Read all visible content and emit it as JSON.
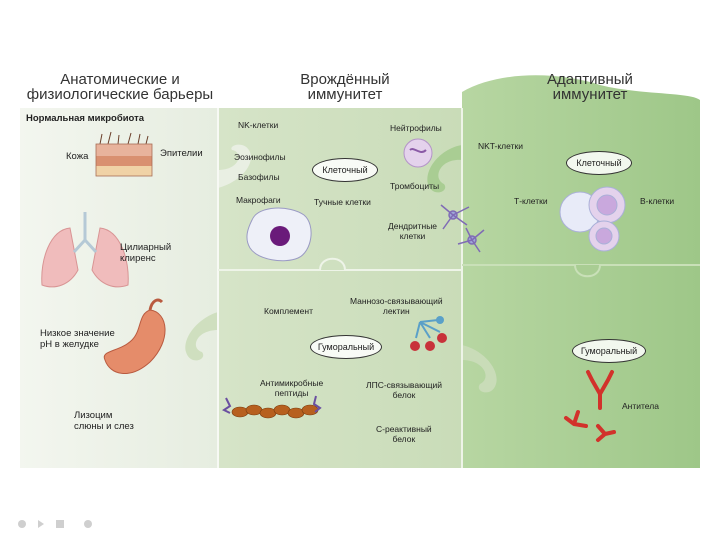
{
  "headers": {
    "barriers": [
      "Анатомические и",
      "физиологические барьеры"
    ],
    "innate": [
      "Врождённый",
      "иммунитет"
    ],
    "adaptive": [
      "Адаптивный",
      "иммунитет"
    ]
  },
  "barriers": {
    "microbiota": "Нормальная микробиота",
    "skin": "Кожа",
    "epithelium": "Эпителии",
    "ciliary": [
      "Цилиарный",
      "клиренс"
    ],
    "ph": [
      "Низкое значение",
      "pH в желудке"
    ],
    "lysozyme": [
      "Лизоцим",
      "слюны и слез"
    ]
  },
  "innate": {
    "nk": "NK-клетки",
    "neutrophils": "Нейтрофилы",
    "eosinophils": "Эозинофилы",
    "basophils": "Базофилы",
    "cellular": "Клеточный",
    "platelets": "Тромбоциты",
    "macrophages": "Макрофаги",
    "mast": "Тучные клетки",
    "dendritic": [
      "Дендритные",
      "клетки"
    ],
    "complement": "Комплемент",
    "mbl": [
      "Маннозо-связывающий",
      "лектин"
    ],
    "humoral": "Гуморальный",
    "amp": [
      "Антимикробные",
      "пептиды"
    ],
    "lps": [
      "ЛПС-связывающий",
      "белок"
    ],
    "crp": [
      "С-реактивный",
      "белок"
    ]
  },
  "adaptive": {
    "nkt": "NKT-клетки",
    "cellular": "Клеточный",
    "tcells": "Т-клетки",
    "bcells": "В-клетки",
    "humoral": "Гуморальный",
    "antibodies": "Антитела"
  },
  "colors": {
    "panel_light": "#dfe9d3",
    "panel_innate": "#cfe0c0",
    "panel_adaptive": "#a9cd93",
    "antibody": "#d2322b",
    "cell_lilac": "#d9c9ea",
    "macrophage_core": "#6a1b7a"
  }
}
